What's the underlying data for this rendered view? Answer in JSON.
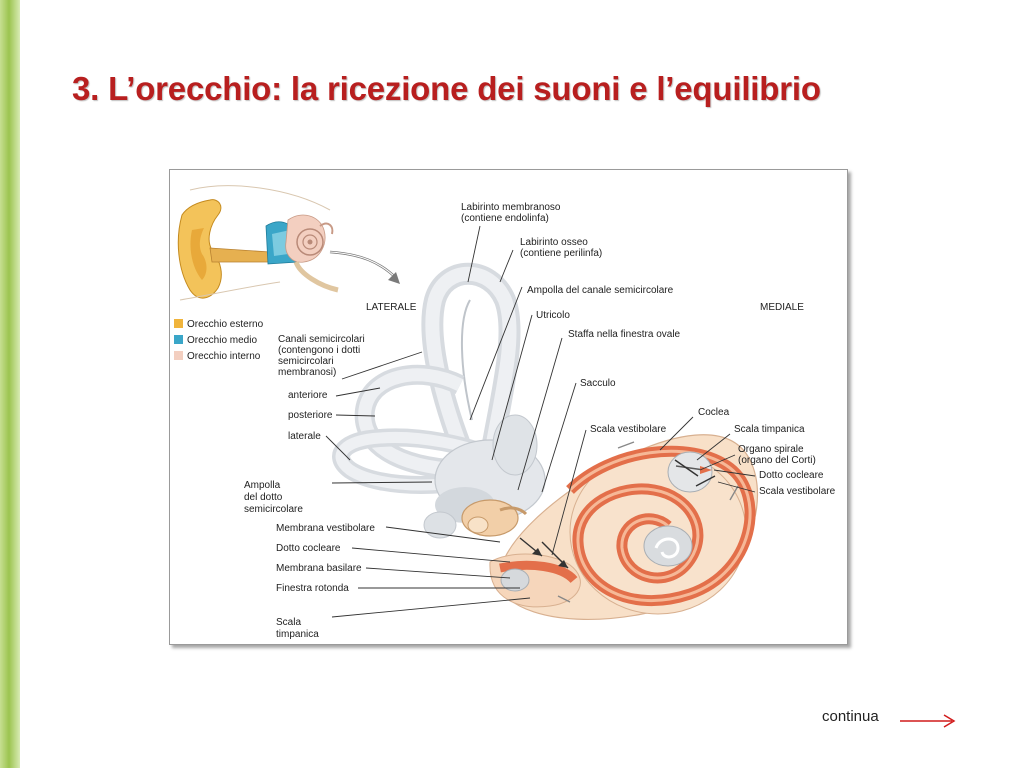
{
  "slide": {
    "title": "3. L’orecchio: la ricezione dei suoni e l’equilibrio",
    "continue_label": "continua"
  },
  "diagram": {
    "orientation": {
      "left": "LATERALE",
      "right": "MEDIALE"
    },
    "legend": [
      {
        "label": "Orecchio esterno",
        "color": "#f0b43c"
      },
      {
        "label": "Orecchio medio",
        "color": "#3aa6c8"
      },
      {
        "label": "Orecchio interno",
        "color": "#f3cfc0"
      }
    ],
    "labels": {
      "labirinto_membranoso_1": "Labirinto membranoso",
      "labirinto_membranoso_2": "(contiene endolinfa)",
      "labirinto_osseo_1": "Labirinto osseo",
      "labirinto_osseo_2": "(contiene perilinfa)",
      "ampolla_canale": "Ampolla del canale semicircolare",
      "utricolo": "Utricolo",
      "staffa": "Staffa nella finestra ovale",
      "sacculo": "Sacculo",
      "coclea": "Coclea",
      "scala_timpanica_r": "Scala timpanica",
      "organo_spirale_1": "Organo spirale",
      "organo_spirale_2": "(organo del Corti)",
      "dotto_cocleare_r": "Dotto cocleare",
      "scala_vestibolare_r": "Scala vestibolare",
      "scala_vestibolare_m": "Scala vestibolare",
      "canali_1": "Canali semicircolari",
      "canali_2": "(contengono i dotti",
      "canali_3": "semicircolari",
      "canali_4": "membranosi)",
      "anteriore": "anteriore",
      "posteriore": "posteriore",
      "laterale": "laterale",
      "ampolla_dotto_1": "Ampolla",
      "ampolla_dotto_2": "del dotto",
      "ampolla_dotto_3": "semicircolare",
      "membrana_vestibolare": "Membrana vestibolare",
      "dotto_cocleare_l": "Dotto cocleare",
      "membrana_basilare": "Membrana basilare",
      "finestra_rotonda": "Finestra rotonda",
      "scala_timpanica_l1": "Scala",
      "scala_timpanica_l2": "timpanica"
    }
  }
}
